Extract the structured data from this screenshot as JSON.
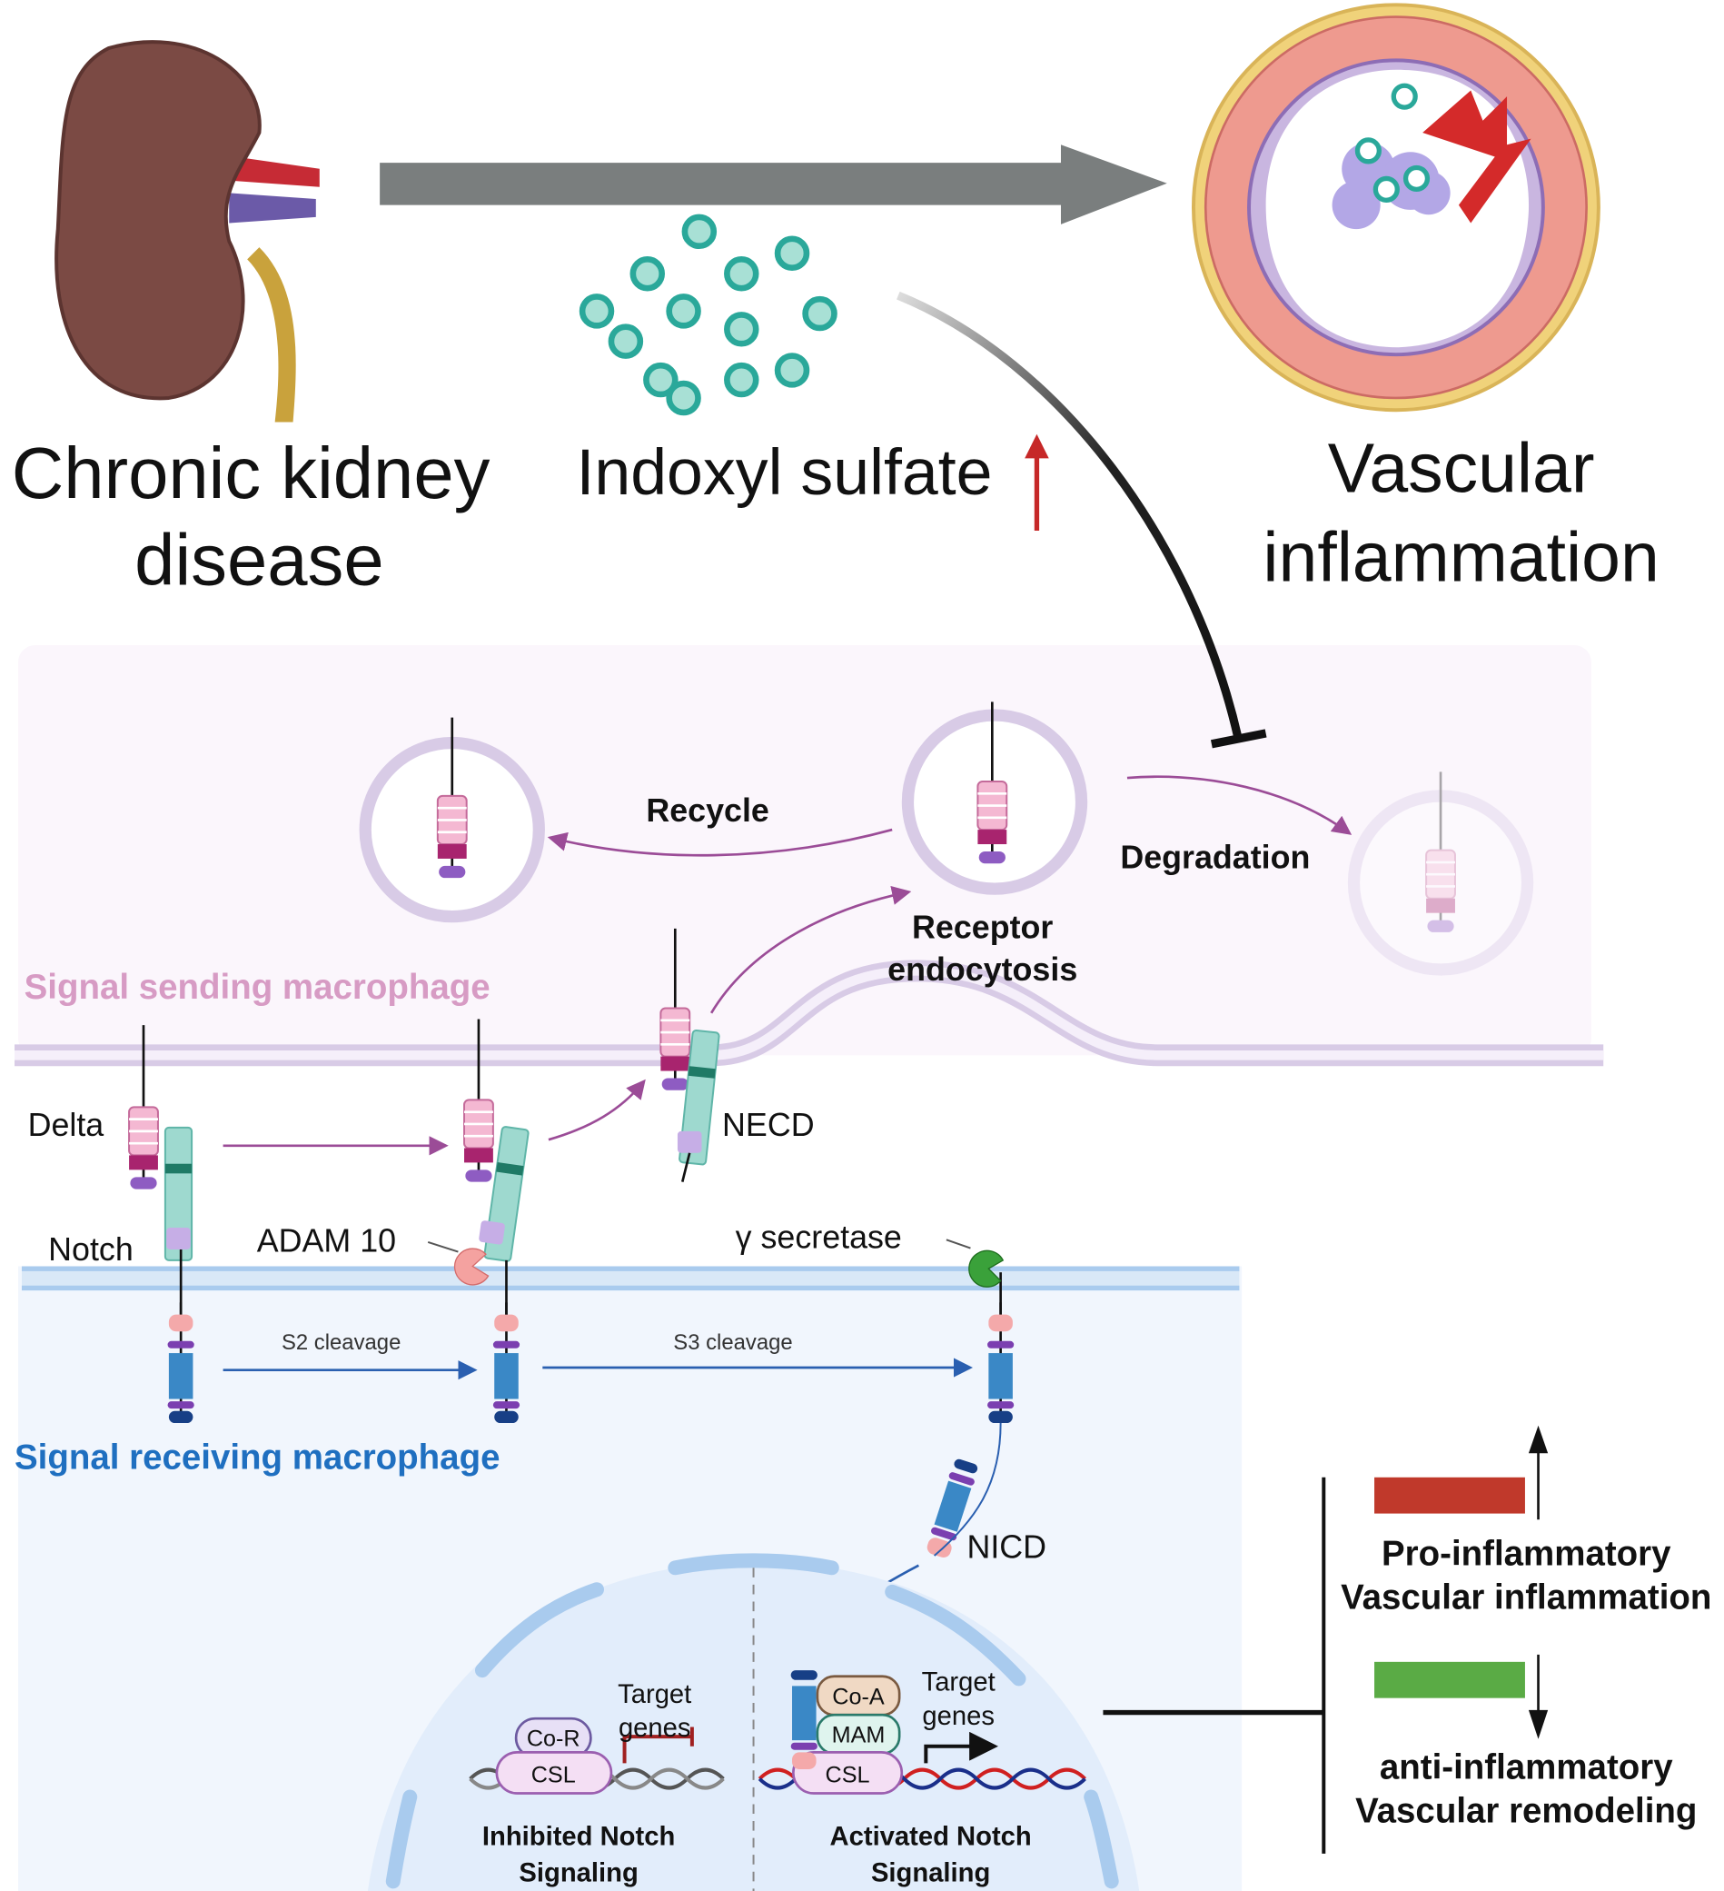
{
  "top": {
    "kidney_label_line1": "Chronic kidney",
    "kidney_label_line2": "disease",
    "toxin_label": "Indoxyl sulfate",
    "vessel_label_line1": "Vascular",
    "vessel_label_line2": "inflammation"
  },
  "sending": {
    "cell_label": "Signal sending macrophage",
    "recycle": "Recycle",
    "degradation": "Degradation",
    "endocytosis_line1": "Receptor",
    "endocytosis_line2": "endocytosis",
    "delta": "Delta",
    "notch": "Notch",
    "necd": "NECD",
    "adam10": "ADAM 10",
    "gamma_secretase": "γ secretase"
  },
  "receiving": {
    "cell_label": "Signal receiving macrophage",
    "s2": "S2 cleavage",
    "s3": "S3 cleavage",
    "nicd": "NICD",
    "inhibited": {
      "cor": "Co-R",
      "csl": "CSL",
      "target_line1": "Target",
      "target_line2": "genes",
      "label_line1": "Inhibited Notch",
      "label_line2": "Signaling"
    },
    "activated": {
      "coa": "Co-A",
      "mam": "MAM",
      "csl": "CSL",
      "target_line1": "Target",
      "target_line2": "genes",
      "label_line1": "Activated Notch",
      "label_line2": "Signaling"
    }
  },
  "outcomes": {
    "pro_line1": "Pro-inflammatory",
    "pro_line2": "Vascular inflammation",
    "anti_line1": "anti-inflammatory",
    "anti_line2": "Vascular remodeling",
    "pro_direction": "up",
    "anti_direction": "down"
  },
  "colors": {
    "pro": "#c0392b",
    "anti": "#5aab45",
    "sending_label": "#d79bc4",
    "receiving_label": "#1f6fc0",
    "toxin": "#2aa89a"
  }
}
